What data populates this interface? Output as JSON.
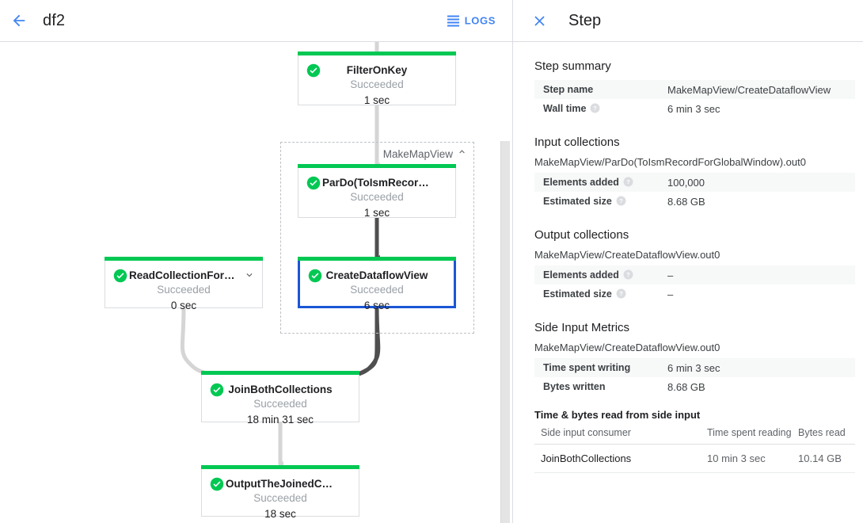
{
  "topbar": {
    "back_icon": "arrow-back-icon",
    "job_name": "df2",
    "logs_icon": "logs-list-icon",
    "logs_label": "LOGS"
  },
  "graph": {
    "status_label": "Succeeded",
    "check_icon": "check-circle-icon",
    "group": {
      "name": "MakeMapView",
      "collapse_icon": "chevron-up-icon"
    },
    "nodes": [
      {
        "id": "filteronkey",
        "name": "FilterOnKey",
        "status": "Succeeded",
        "time": "1 sec",
        "selected": false,
        "expandable": false
      },
      {
        "id": "pardo-toism",
        "name": "ParDo(ToIsmRecordFor…",
        "status": "Succeeded",
        "time": "1 sec",
        "selected": false,
        "expandable": false
      },
      {
        "id": "createdataflowview",
        "name": "CreateDataflowView",
        "status": "Succeeded",
        "time": "6 sec",
        "selected": true,
        "expandable": false
      },
      {
        "id": "readcollectionforjoin",
        "name": "ReadCollectionForJoin",
        "status": "Succeeded",
        "time": "0 sec",
        "selected": false,
        "expandable": true,
        "expand_icon": "chevron-down-icon"
      },
      {
        "id": "joinbothcollections",
        "name": "JoinBothCollections",
        "status": "Succeeded",
        "time": "18 min 31 sec",
        "selected": false,
        "expandable": false
      },
      {
        "id": "outputthejoined",
        "name": "OutputTheJoinedCollec…",
        "status": "Succeeded",
        "time": "18 sec",
        "selected": false,
        "expandable": false
      }
    ],
    "colors": {
      "accent_green": "#00c853",
      "selected_border": "#1a56d6",
      "edge_light": "#d5d5d5",
      "edge_dark": "#4f4f4f"
    }
  },
  "panel": {
    "close_icon": "close-icon",
    "title": "Step",
    "sections": {
      "step_summary": {
        "title": "Step summary",
        "rows": [
          {
            "key": "Step name",
            "value": "MakeMapView/CreateDataflowView",
            "help": false,
            "shaded": true
          },
          {
            "key": "Wall time",
            "value": "6 min 3 sec",
            "help": true,
            "shaded": false
          }
        ]
      },
      "input_collections": {
        "title": "Input collections",
        "collection": "MakeMapView/ParDo(ToIsmRecordForGlobalWindow).out0",
        "rows": [
          {
            "key": "Elements added",
            "value": "100,000",
            "help": true,
            "shaded": true
          },
          {
            "key": "Estimated size",
            "value": "8.68 GB",
            "help": true,
            "shaded": false
          }
        ]
      },
      "output_collections": {
        "title": "Output collections",
        "collection": "MakeMapView/CreateDataflowView.out0",
        "rows": [
          {
            "key": "Elements added",
            "value": "–",
            "help": true,
            "shaded": true
          },
          {
            "key": "Estimated size",
            "value": "–",
            "help": true,
            "shaded": false
          }
        ]
      },
      "side_input_metrics": {
        "title": "Side Input Metrics",
        "collection": "MakeMapView/CreateDataflowView.out0",
        "rows": [
          {
            "key": "Time spent writing",
            "value": "6 min 3 sec",
            "help": false,
            "shaded": true
          },
          {
            "key": "Bytes written",
            "value": "8.68 GB",
            "help": false,
            "shaded": false
          }
        ]
      },
      "side_input_table": {
        "title": "Time & bytes read from side input",
        "columns": [
          "Side input consumer",
          "Time spent reading",
          "Bytes read"
        ],
        "rows": [
          {
            "consumer": "JoinBothCollections",
            "time": "10 min 3 sec",
            "bytes": "10.14 GB"
          }
        ]
      }
    },
    "help_icon": "help-circle-icon"
  }
}
